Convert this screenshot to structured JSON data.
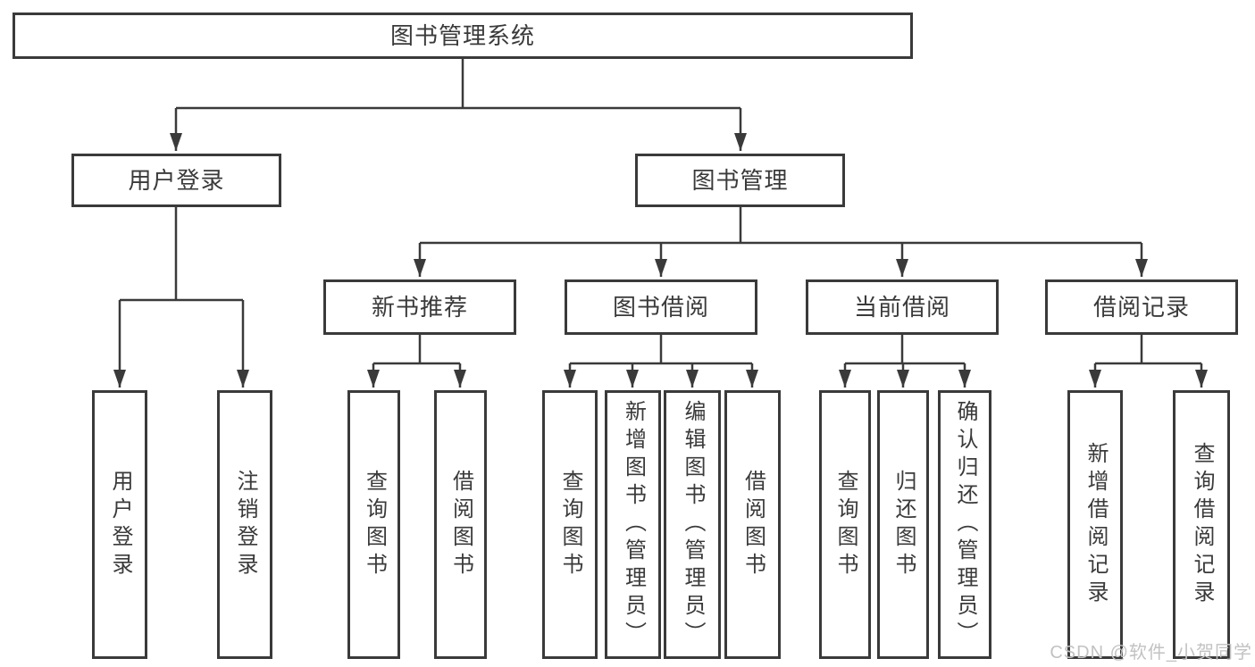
{
  "diagram": {
    "type": "hierarchy-tree",
    "title": "图书管理系统",
    "line_color": "#3a3a3a",
    "text_color": "#3a3a3a",
    "box_background": "#ffffff",
    "nodes": {
      "root": "图书管理系统",
      "login": "用户登录",
      "mgmt": "图书管理",
      "rec": "新书推荐",
      "borrow": "图书借阅",
      "current": "当前借阅",
      "records": "借阅记录",
      "login_user": "用户登录",
      "login_logout": "注销登录",
      "rec_query": "查询图书",
      "rec_borrow": "借阅图书",
      "borrow_query": "查询图书",
      "borrow_add": "新增图书（管理员）",
      "borrow_edit": "编辑图书（管理员）",
      "borrow_borrow": "借阅图书",
      "current_query": "查询图书",
      "current_return": "归还图书",
      "current_confirm": "确认归还（管理员）",
      "records_add": "新增借阅记录",
      "records_query": "查询借阅记录"
    },
    "hierarchy": {
      "图书管理系统": {
        "用户登录": [
          "用户登录",
          "注销登录"
        ],
        "图书管理": {
          "新书推荐": [
            "查询图书",
            "借阅图书"
          ],
          "图书借阅": [
            "查询图书",
            "新增图书（管理员）",
            "编辑图书（管理员）",
            "借阅图书"
          ],
          "当前借阅": [
            "查询图书",
            "归还图书",
            "确认归还（管理员）"
          ],
          "借阅记录": [
            "新增借阅记录",
            "查询借阅记录"
          ]
        }
      }
    },
    "watermark": {
      "text": "CSDN @软件_小贺同学",
      "color": "#c2c2c2"
    }
  }
}
